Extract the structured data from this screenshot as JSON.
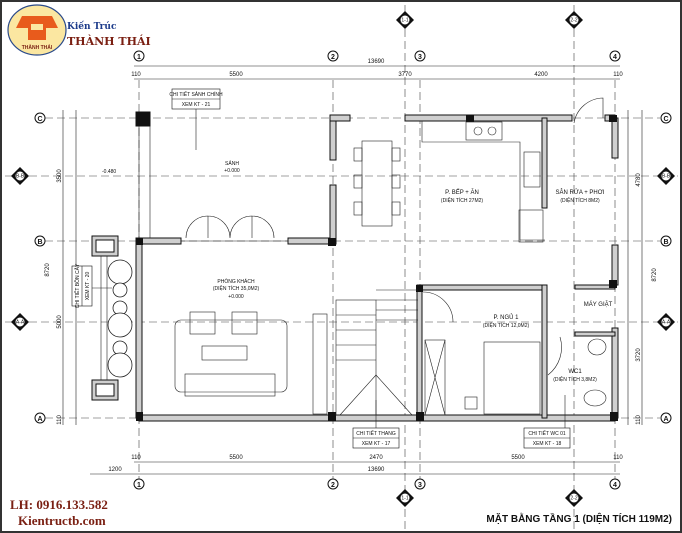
{
  "logo": {
    "line1": "Kiến Trúc",
    "line2": "THÀNH THÁI",
    "badge": "THÀNH THÁI"
  },
  "contact": {
    "phone": "LH: 0916.133.582",
    "website": "Kientructb.com"
  },
  "title": "MẶT BẰNG TẦNG 1 (DIỆN TÍCH 119M2)",
  "axes": {
    "x": [
      "1",
      "2",
      "3",
      "4"
    ],
    "y": [
      "A",
      "B",
      "C"
    ]
  },
  "dimensions": {
    "top_total": "13690",
    "top": [
      "110",
      "5500",
      "3770",
      "4200",
      "110"
    ],
    "bottom_total": "13690",
    "bottom": [
      "110",
      "5500",
      "2470",
      "5500",
      "110"
    ],
    "bottom_offset": "1200",
    "left_total": "8720",
    "left": [
      "3500",
      "5000",
      "110"
    ],
    "right_total": "8720",
    "right": [
      "4780",
      "3720",
      "110"
    ]
  },
  "section_marks": [
    "1-1",
    "2-2",
    "B-B",
    "A-A"
  ],
  "levels": {
    "outside": "-0.480",
    "lobby": "+0.000",
    "living": "+0.000"
  },
  "rooms": {
    "lobby": {
      "name": "SẢNH"
    },
    "kitchen": {
      "name": "P. BẾP + ĂN",
      "area": "(DIỆN TÍCH 27M2)"
    },
    "laundry": {
      "name": "SÂN RỬA + PHƠI",
      "area": "(DIỆN TÍCH 8M2)"
    },
    "living": {
      "name": "PHÒNG KHÁCH",
      "area": "(DIỆN TÍCH 35,0M2)"
    },
    "bedroom1": {
      "name": "P. NGỦ 1",
      "area": "(DIỆN TÍCH 12,0M2)"
    },
    "washer": {
      "name": "MÁY GIẶT"
    },
    "wc1": {
      "name": "WC1",
      "area": "(DIỆN TÍCH 3,8M2)"
    }
  },
  "callouts": {
    "lobby_detail": {
      "title": "CHI TIẾT SẢNH CHÍNH",
      "ref": "XEM KT - 21"
    },
    "planter_detail": {
      "title": "CHI TIẾT BỒN CÂY",
      "ref": "XEM KT - 20"
    },
    "stair_detail": {
      "title": "CHI TIẾT THANG",
      "ref": "XEM KT - 17"
    },
    "wc_detail": {
      "title": "CHI TIẾT WC 01",
      "ref": "XEM KT - 18"
    }
  }
}
